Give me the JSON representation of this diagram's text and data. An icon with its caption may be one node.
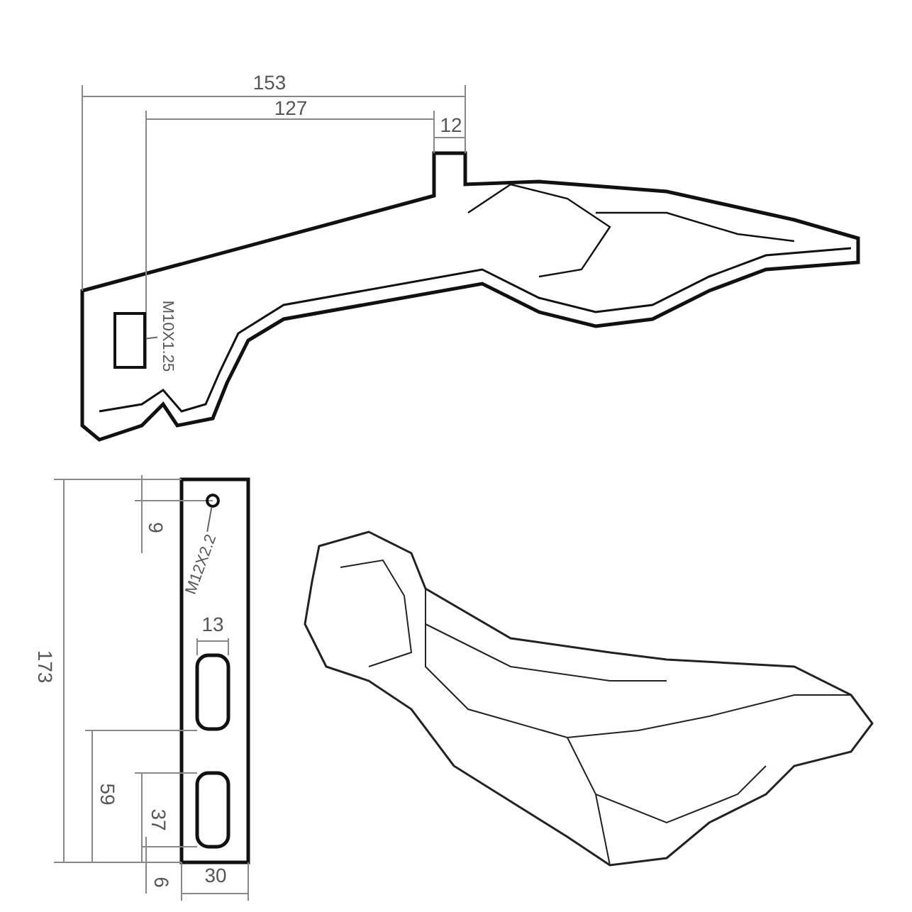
{
  "diagram": {
    "nodes": [
      {
        "text": [
          "M10X1.25"
        ]
      },
      {
        "text": [],
        "shape": "box"
      },
      {
        "text": [
          "M12X2.2"
        ]
      },
      {
        "text": [],
        "shape": "circle"
      }
    ],
    "edges": [
      {
        "from": 0,
        "to": 1,
        "arrow": "none"
      },
      {
        "from": 2,
        "to": 3,
        "arrow": "none"
      }
    ],
    "labels": [
      "153",
      "127",
      "12",
      "9",
      "13",
      "173",
      "59",
      "37",
      "6",
      "30"
    ]
  }
}
